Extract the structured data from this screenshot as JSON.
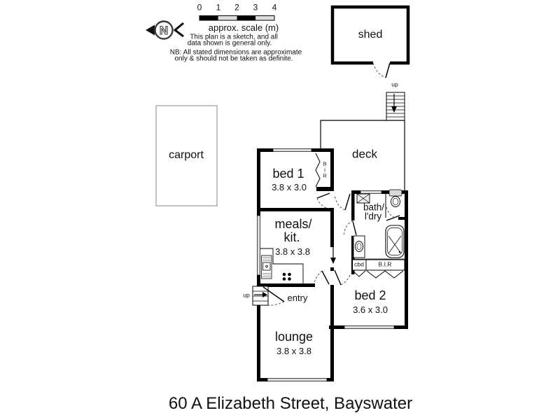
{
  "header": {
    "north_label": "N",
    "scale": {
      "ticks": [
        "0",
        "1",
        "2",
        "3",
        "4"
      ],
      "caption": "approx. scale (m)"
    },
    "disclaimer": {
      "line1": "This plan is a sketch, and all",
      "line2": "data shown is general only.",
      "nb1": "NB: All stated dimensions are approximate",
      "nb2": "only & should not be taken as definite."
    }
  },
  "rooms": {
    "shed": {
      "label": "shed"
    },
    "carport": {
      "label": "carport"
    },
    "deck": {
      "label": "deck"
    },
    "bed1": {
      "label": "bed 1",
      "dims": "3.8 x 3.0"
    },
    "meals_kit": {
      "line1": "meals/",
      "line2": "kit.",
      "dims": "3.8 x 3.8"
    },
    "lounge": {
      "label": "lounge",
      "dims": "3.8 x 3.8"
    },
    "bed2": {
      "label": "bed 2",
      "dims": "3.6 x 3.0"
    },
    "bath_ldry": {
      "line1": "bath/",
      "line2": "l'dry"
    },
    "entry": {
      "label": "entry"
    }
  },
  "annotations": {
    "up_deck": "up",
    "up_entry": "up",
    "bir_vertical": [
      "B",
      "I",
      "R"
    ],
    "cbd": "cbd",
    "bir_box": "B.I.R"
  },
  "footer": {
    "address": "60 A Elizabeth Street, Bayswater"
  },
  "colors": {
    "wall": "#000000",
    "window_fill": "#dddddd",
    "fixture_fill": "#d8d8d8",
    "carport_line": "#999999",
    "dash": "#444444",
    "text": "#111111"
  }
}
